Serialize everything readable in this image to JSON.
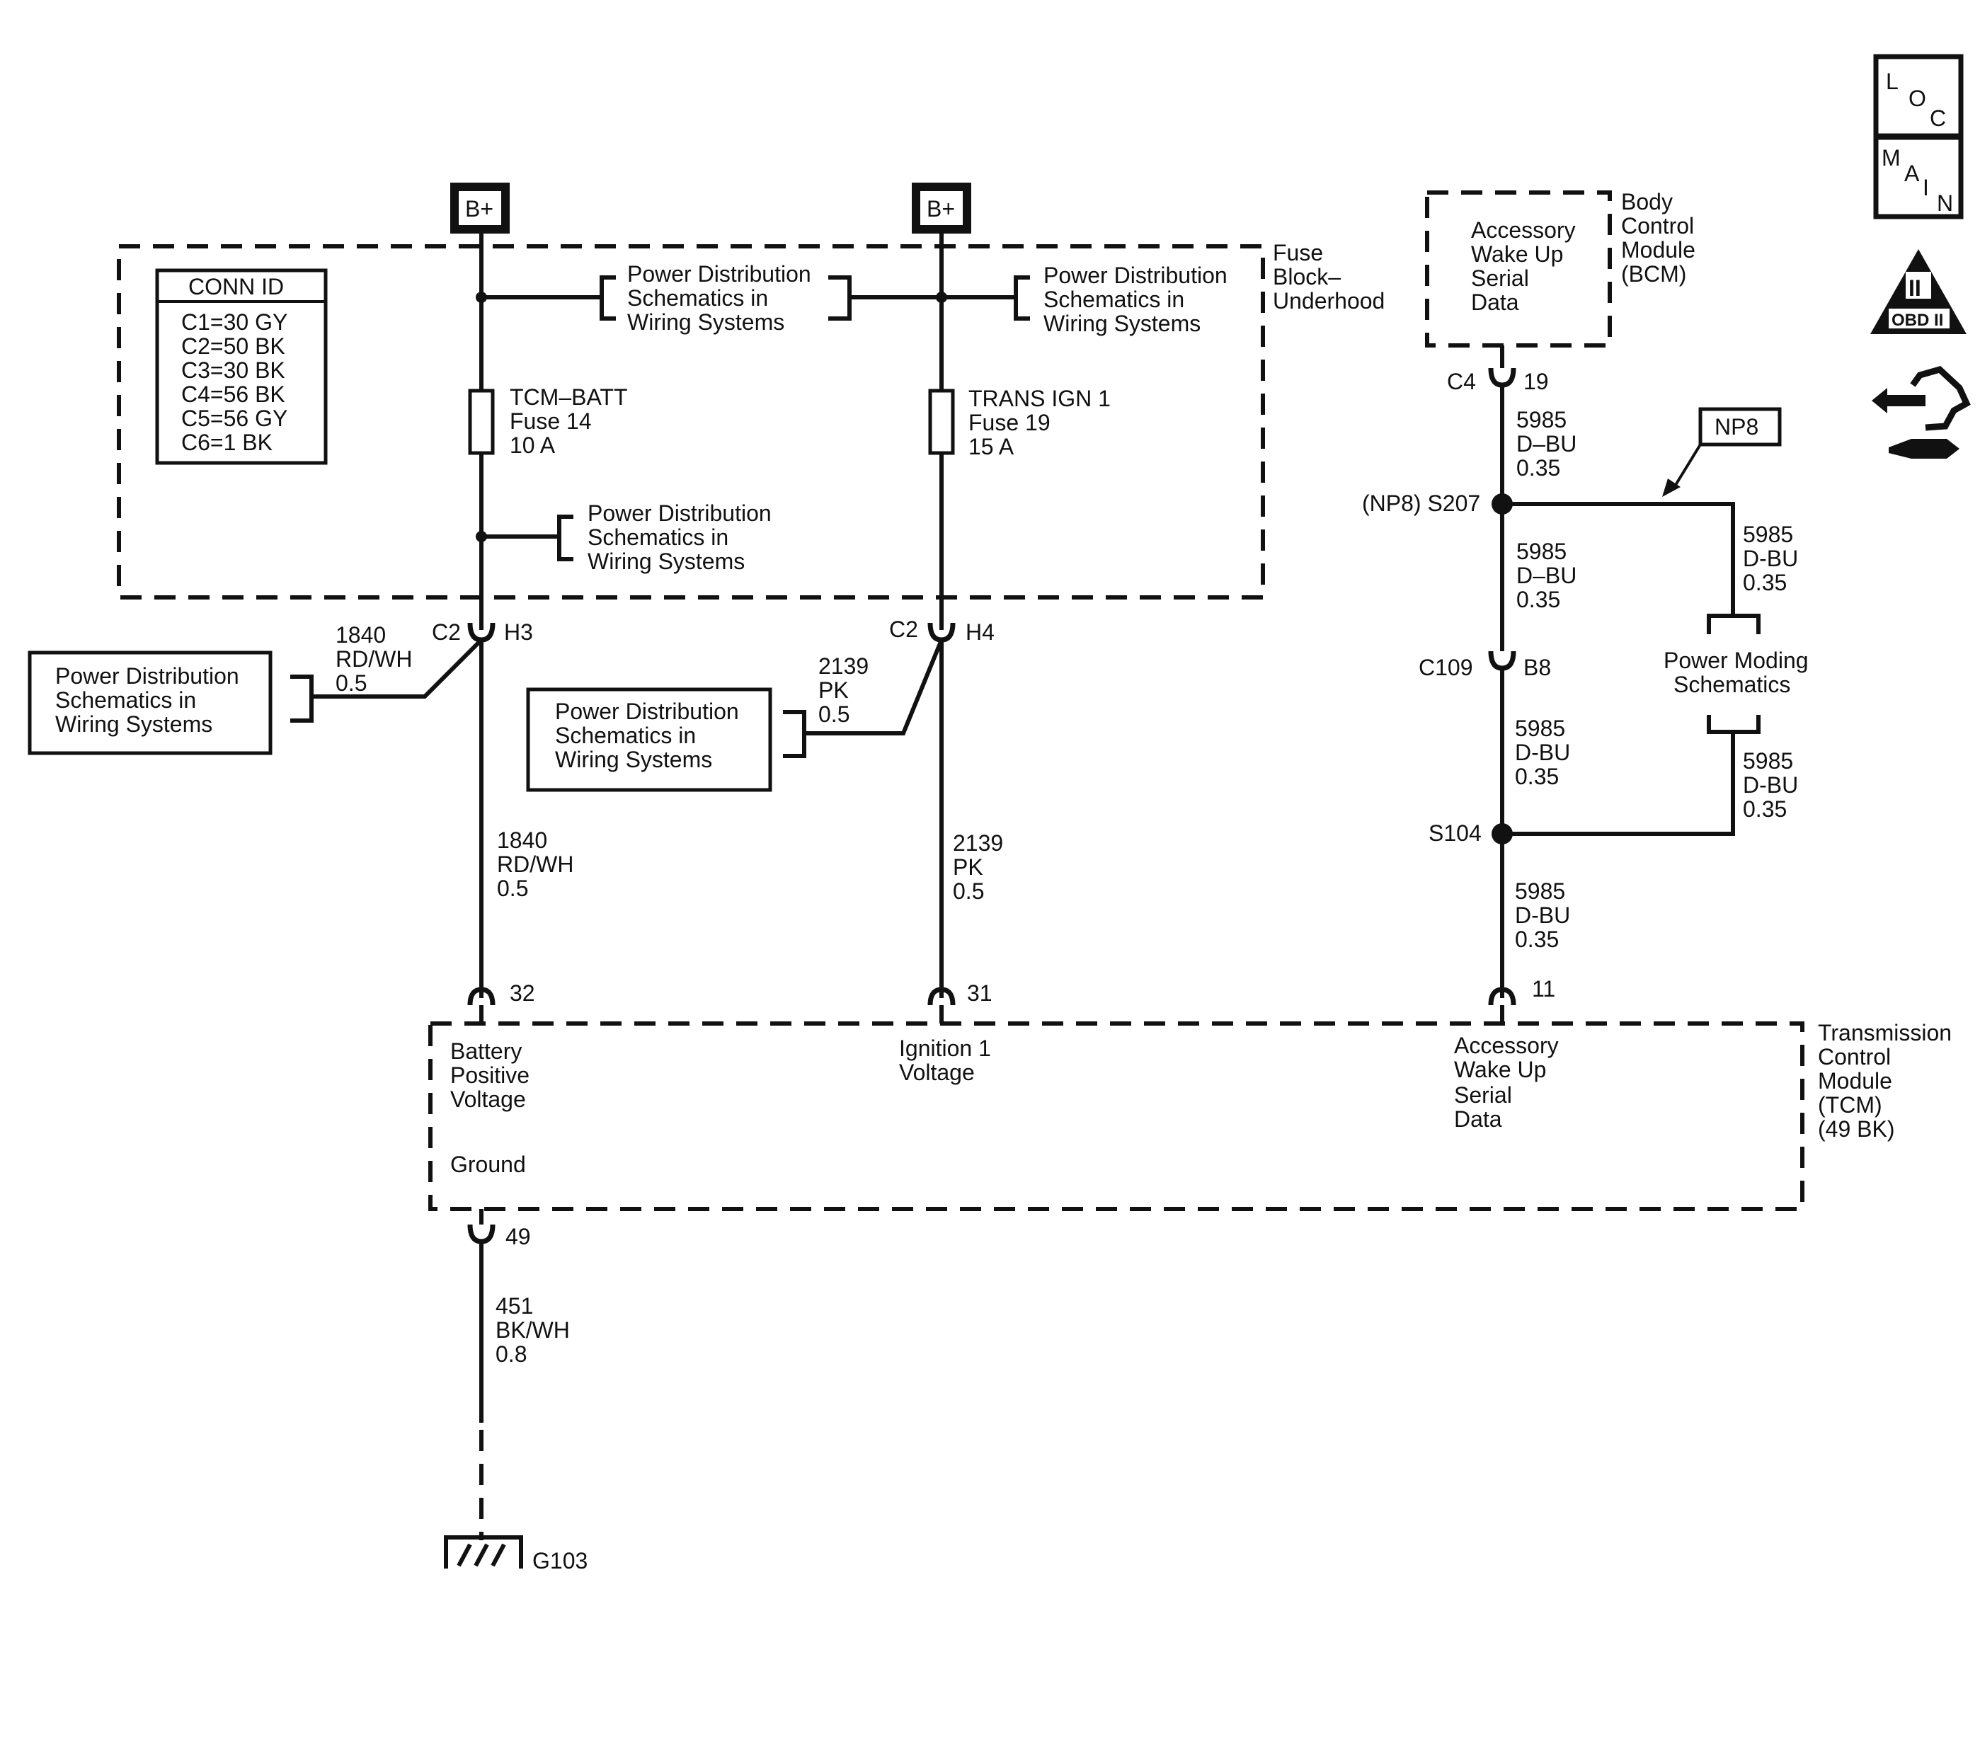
{
  "nav_icons": {
    "loc": {
      "letters": [
        "L",
        "O",
        "C"
      ]
    },
    "main": {
      "letters": [
        "M",
        "A",
        "I",
        "N"
      ]
    },
    "obd": {
      "numeral": "II",
      "label": "OBD II"
    },
    "return_icon": "connector-navigation-icon"
  },
  "power_sources": {
    "left": "B+",
    "right": "B+"
  },
  "fuse_block": {
    "name": [
      "Fuse",
      "Block–",
      "Underhood"
    ],
    "conn_id": {
      "title": "CONN ID",
      "rows": [
        "C1=30 GY",
        "C2=50 BK",
        "C3=30 BK",
        "C4=56 BK",
        "C5=56 GY",
        "C6=1 BK"
      ]
    },
    "fuse_left": {
      "lines": [
        "TCM–BATT",
        "Fuse 14",
        "10 A"
      ]
    },
    "fuse_right": {
      "lines": [
        "TRANS IGN 1",
        "Fuse 19",
        "15 A"
      ]
    }
  },
  "power_dist_ref": [
    "Power Distribution",
    "Schematics in",
    "Wiring Systems"
  ],
  "power_moding_ref": [
    "Power Moding",
    "Schematics"
  ],
  "connectors": {
    "c2_h3": {
      "conn": "C2",
      "pin": "H3"
    },
    "c2_h4": {
      "conn": "C2",
      "pin": "H4"
    },
    "c4_19": {
      "conn": "C4",
      "pin": "19"
    },
    "c109_b8": {
      "conn": "C109",
      "pin": "B8"
    },
    "tcm_32": "32",
    "tcm_31": "31",
    "tcm_11": "11",
    "tcm_49": "49"
  },
  "splices": {
    "s207": "(NP8) S207",
    "s104": "S104",
    "np8_tag": "NP8"
  },
  "wires": {
    "w1840": [
      "1840",
      "RD/WH",
      "0.5"
    ],
    "w2139": [
      "2139",
      "PK",
      "0.5"
    ],
    "w5985": [
      "5985",
      "D–BU",
      "0.35"
    ],
    "w5985_alt": [
      "5985",
      "D-BU",
      "0.35"
    ],
    "w451": [
      "451",
      "BK/WH",
      "0.8"
    ]
  },
  "bcm": {
    "name": [
      "Body",
      "Control",
      "Module",
      "(BCM)"
    ],
    "pin_label": [
      "Accessory",
      "Wake Up",
      "Serial",
      "Data"
    ]
  },
  "tcm": {
    "name": [
      "Transmission",
      "Control",
      "Module",
      "(TCM)",
      "(49 BK)"
    ],
    "pins": {
      "battery": [
        "Battery",
        "Positive",
        "Voltage"
      ],
      "ignition": [
        "Ignition 1",
        "Voltage"
      ],
      "wake": [
        "Accessory",
        "Wake Up",
        "Serial",
        "Data"
      ],
      "ground": "Ground"
    }
  },
  "ground": {
    "id": "G103"
  }
}
